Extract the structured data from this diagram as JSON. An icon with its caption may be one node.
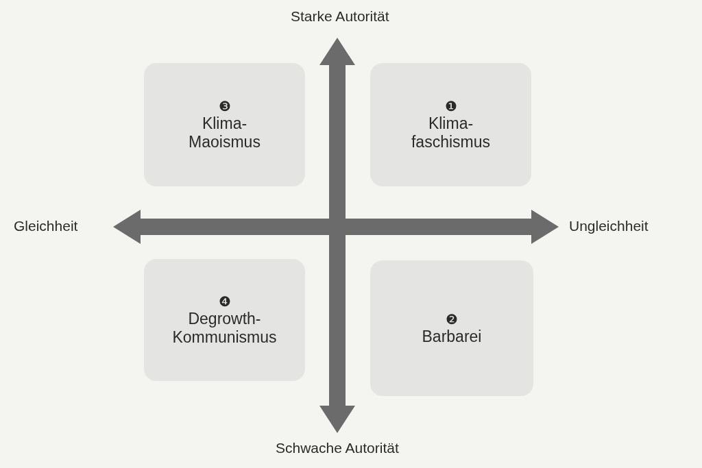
{
  "diagram": {
    "nodes": [
      {
        "text": [
          "❸",
          "Klima-Maoismus"
        ]
      },
      {
        "text": [
          "❶",
          "Klima-faschismus"
        ]
      },
      {
        "text": [
          "❹",
          "Degrowth-Kommunismus"
        ]
      },
      {
        "text": [
          "❷",
          "Barbarei"
        ]
      }
    ],
    "labels": [
      "Starke Autorität",
      "Gleichheit",
      "Ungleichheit",
      "Schwache Autorität"
    ]
  }
}
